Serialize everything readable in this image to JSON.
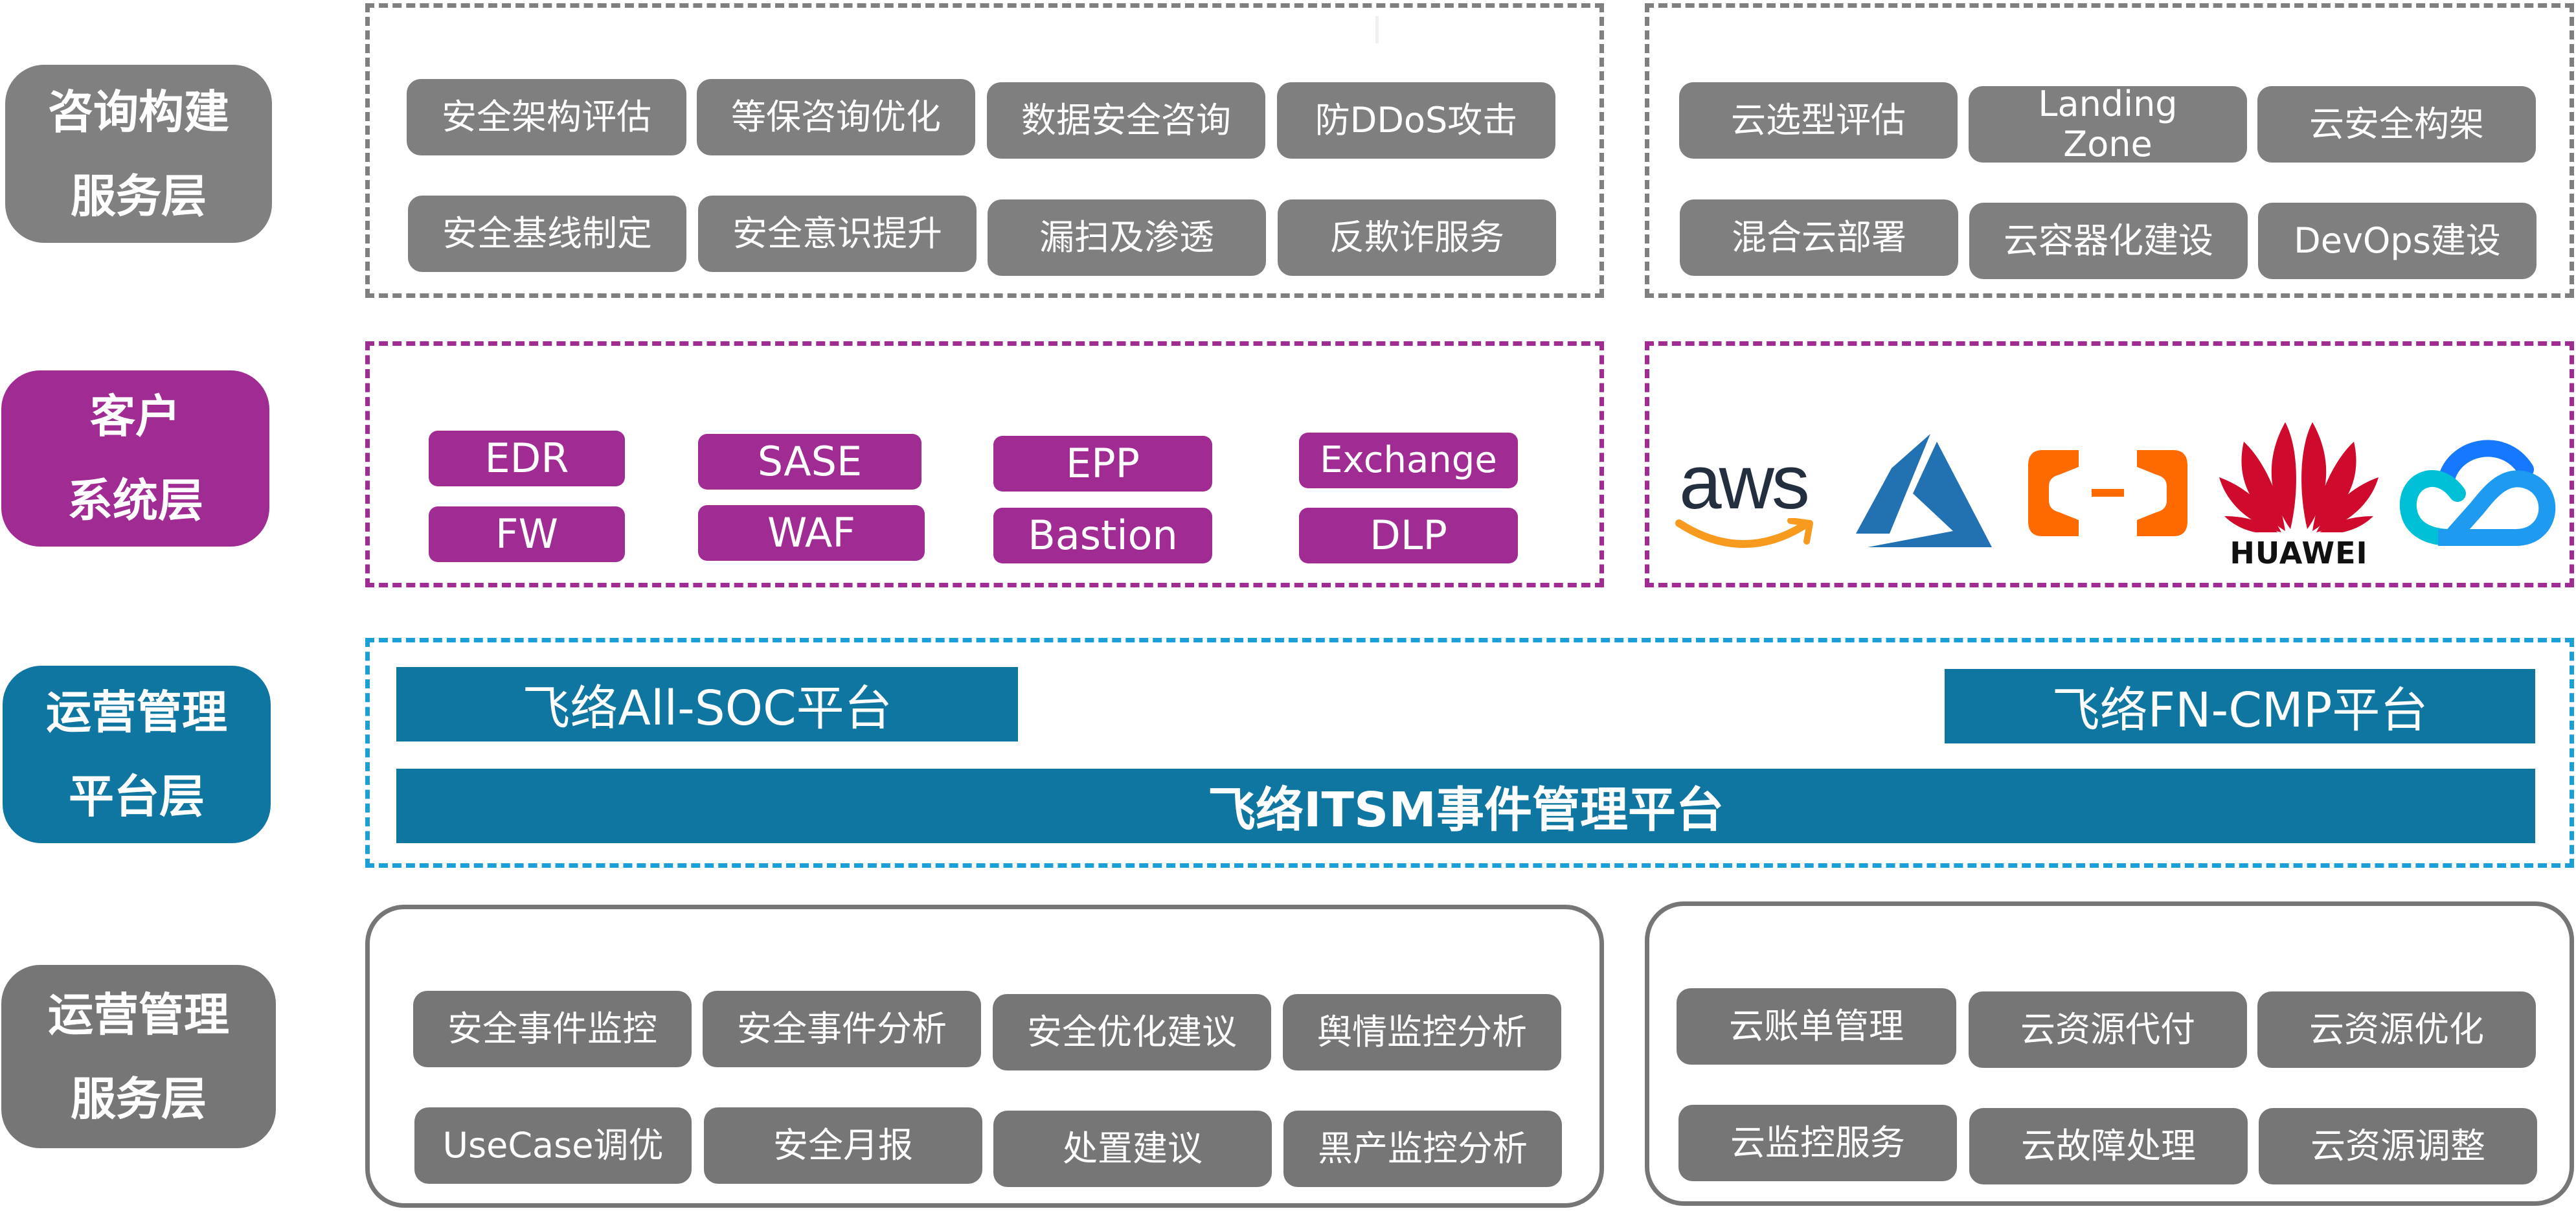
{
  "layers": {
    "consulting": {
      "label_line1": "咨询构建",
      "label_line2": "服务层"
    },
    "client": {
      "label_line1": "客户",
      "label_line2": "系统层"
    },
    "platform": {
      "label_line1": "运营管理",
      "label_line2": "平台层"
    },
    "ops_service": {
      "label_line1": "运营管理",
      "label_line2": "服务层"
    }
  },
  "consulting_security": {
    "items": [
      "安全架构评估",
      "等保咨询优化",
      "数据安全咨询",
      "防DDoS攻击",
      "安全基线制定",
      "安全意识提升",
      "漏扫及渗透",
      "反欺诈服务"
    ]
  },
  "consulting_cloud": {
    "items": [
      "云选型评估",
      "Landing Zone",
      "云安全构架",
      "混合云部署",
      "云容器化建设",
      "DevOps建设"
    ],
    "landing_line1": "Landing",
    "landing_line2": "Zone"
  },
  "client_systems": {
    "items": [
      "EDR",
      "SASE",
      "EPP",
      "Exchange",
      "FW",
      "WAF",
      "Bastion",
      "DLP"
    ]
  },
  "cloud_vendors": {
    "logos": [
      {
        "name": "aws-logo",
        "text": "aws"
      },
      {
        "name": "azure-logo"
      },
      {
        "name": "alibaba-cloud-logo"
      },
      {
        "name": "huawei-logo",
        "text": "HUAWEI"
      },
      {
        "name": "tencent-cloud-logo"
      }
    ]
  },
  "platforms": {
    "soc": "飞络All-SOC平台",
    "cmp": "飞络FN-CMP平台",
    "itsm": "飞络ITSM事件管理平台"
  },
  "ops_security": {
    "items": [
      "安全事件监控",
      "安全事件分析",
      "安全优化建议",
      "舆情监控分析",
      "UseCase调优",
      "安全月报",
      "处置建议",
      "黑产监控分析"
    ]
  },
  "ops_cloud": {
    "items": [
      "云账单管理",
      "云资源代付",
      "云资源优化",
      "云监控服务",
      "云故障处理",
      "云资源调整"
    ]
  },
  "colors": {
    "gray": "#7f7f7f",
    "purple": "#A02B93",
    "teal": "#0E76A0",
    "blue_dash": "#1A9FD8"
  }
}
